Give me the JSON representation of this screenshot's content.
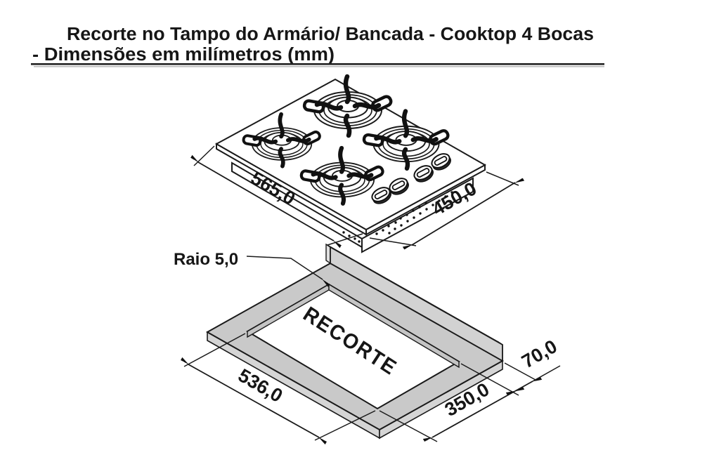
{
  "title": {
    "line1": "Recorte no Tampo do Armário/ Bancada - Cooktop 4 Bocas",
    "line2": "- Dimensões em milímetros (mm)"
  },
  "cooktop": {
    "width_mm": "565,0",
    "depth_mm": "450,0"
  },
  "cutout": {
    "label": "RECORTE",
    "corner_radius": "Raio 5,0",
    "width_mm": "536,0",
    "depth_mm": "350,0",
    "back_offset_mm": "70,0"
  },
  "colors": {
    "line": "#1a1a1a",
    "countertop_fill": "#c9c9c9",
    "backsplash_fill": "#d2d2d2",
    "background": "#ffffff"
  }
}
